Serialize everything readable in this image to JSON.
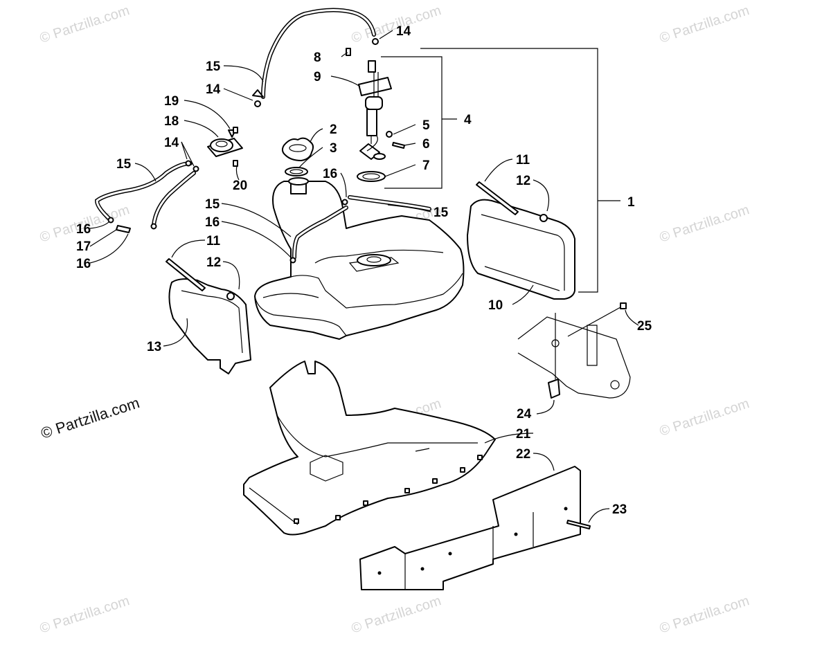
{
  "watermark": {
    "main": "© Partzilla.com",
    "repeat": "© Partzilla.com"
  },
  "callouts": [
    {
      "id": "c1",
      "text": "1"
    },
    {
      "id": "c2",
      "text": "2"
    },
    {
      "id": "c3",
      "text": "3"
    },
    {
      "id": "c4",
      "text": "4"
    },
    {
      "id": "c5",
      "text": "5"
    },
    {
      "id": "c6",
      "text": "6"
    },
    {
      "id": "c7",
      "text": "7"
    },
    {
      "id": "c8",
      "text": "8"
    },
    {
      "id": "c9",
      "text": "9"
    },
    {
      "id": "c10",
      "text": "10"
    },
    {
      "id": "c11a",
      "text": "11"
    },
    {
      "id": "c11b",
      "text": "11"
    },
    {
      "id": "c12a",
      "text": "12"
    },
    {
      "id": "c12b",
      "text": "12"
    },
    {
      "id": "c13",
      "text": "13"
    },
    {
      "id": "c14a",
      "text": "14"
    },
    {
      "id": "c14b",
      "text": "14"
    },
    {
      "id": "c14c",
      "text": "14"
    },
    {
      "id": "c15a",
      "text": "15"
    },
    {
      "id": "c15b",
      "text": "15"
    },
    {
      "id": "c15c",
      "text": "15"
    },
    {
      "id": "c15d",
      "text": "15"
    },
    {
      "id": "c16a",
      "text": "16"
    },
    {
      "id": "c16b",
      "text": "16"
    },
    {
      "id": "c16c",
      "text": "16"
    },
    {
      "id": "c16d",
      "text": "16"
    },
    {
      "id": "c17",
      "text": "17"
    },
    {
      "id": "c18",
      "text": "18"
    },
    {
      "id": "c19",
      "text": "19"
    },
    {
      "id": "c20",
      "text": "20"
    },
    {
      "id": "c21",
      "text": "21"
    },
    {
      "id": "c22",
      "text": "22"
    },
    {
      "id": "c23",
      "text": "23"
    },
    {
      "id": "c24",
      "text": "24"
    },
    {
      "id": "c25",
      "text": "25"
    }
  ]
}
